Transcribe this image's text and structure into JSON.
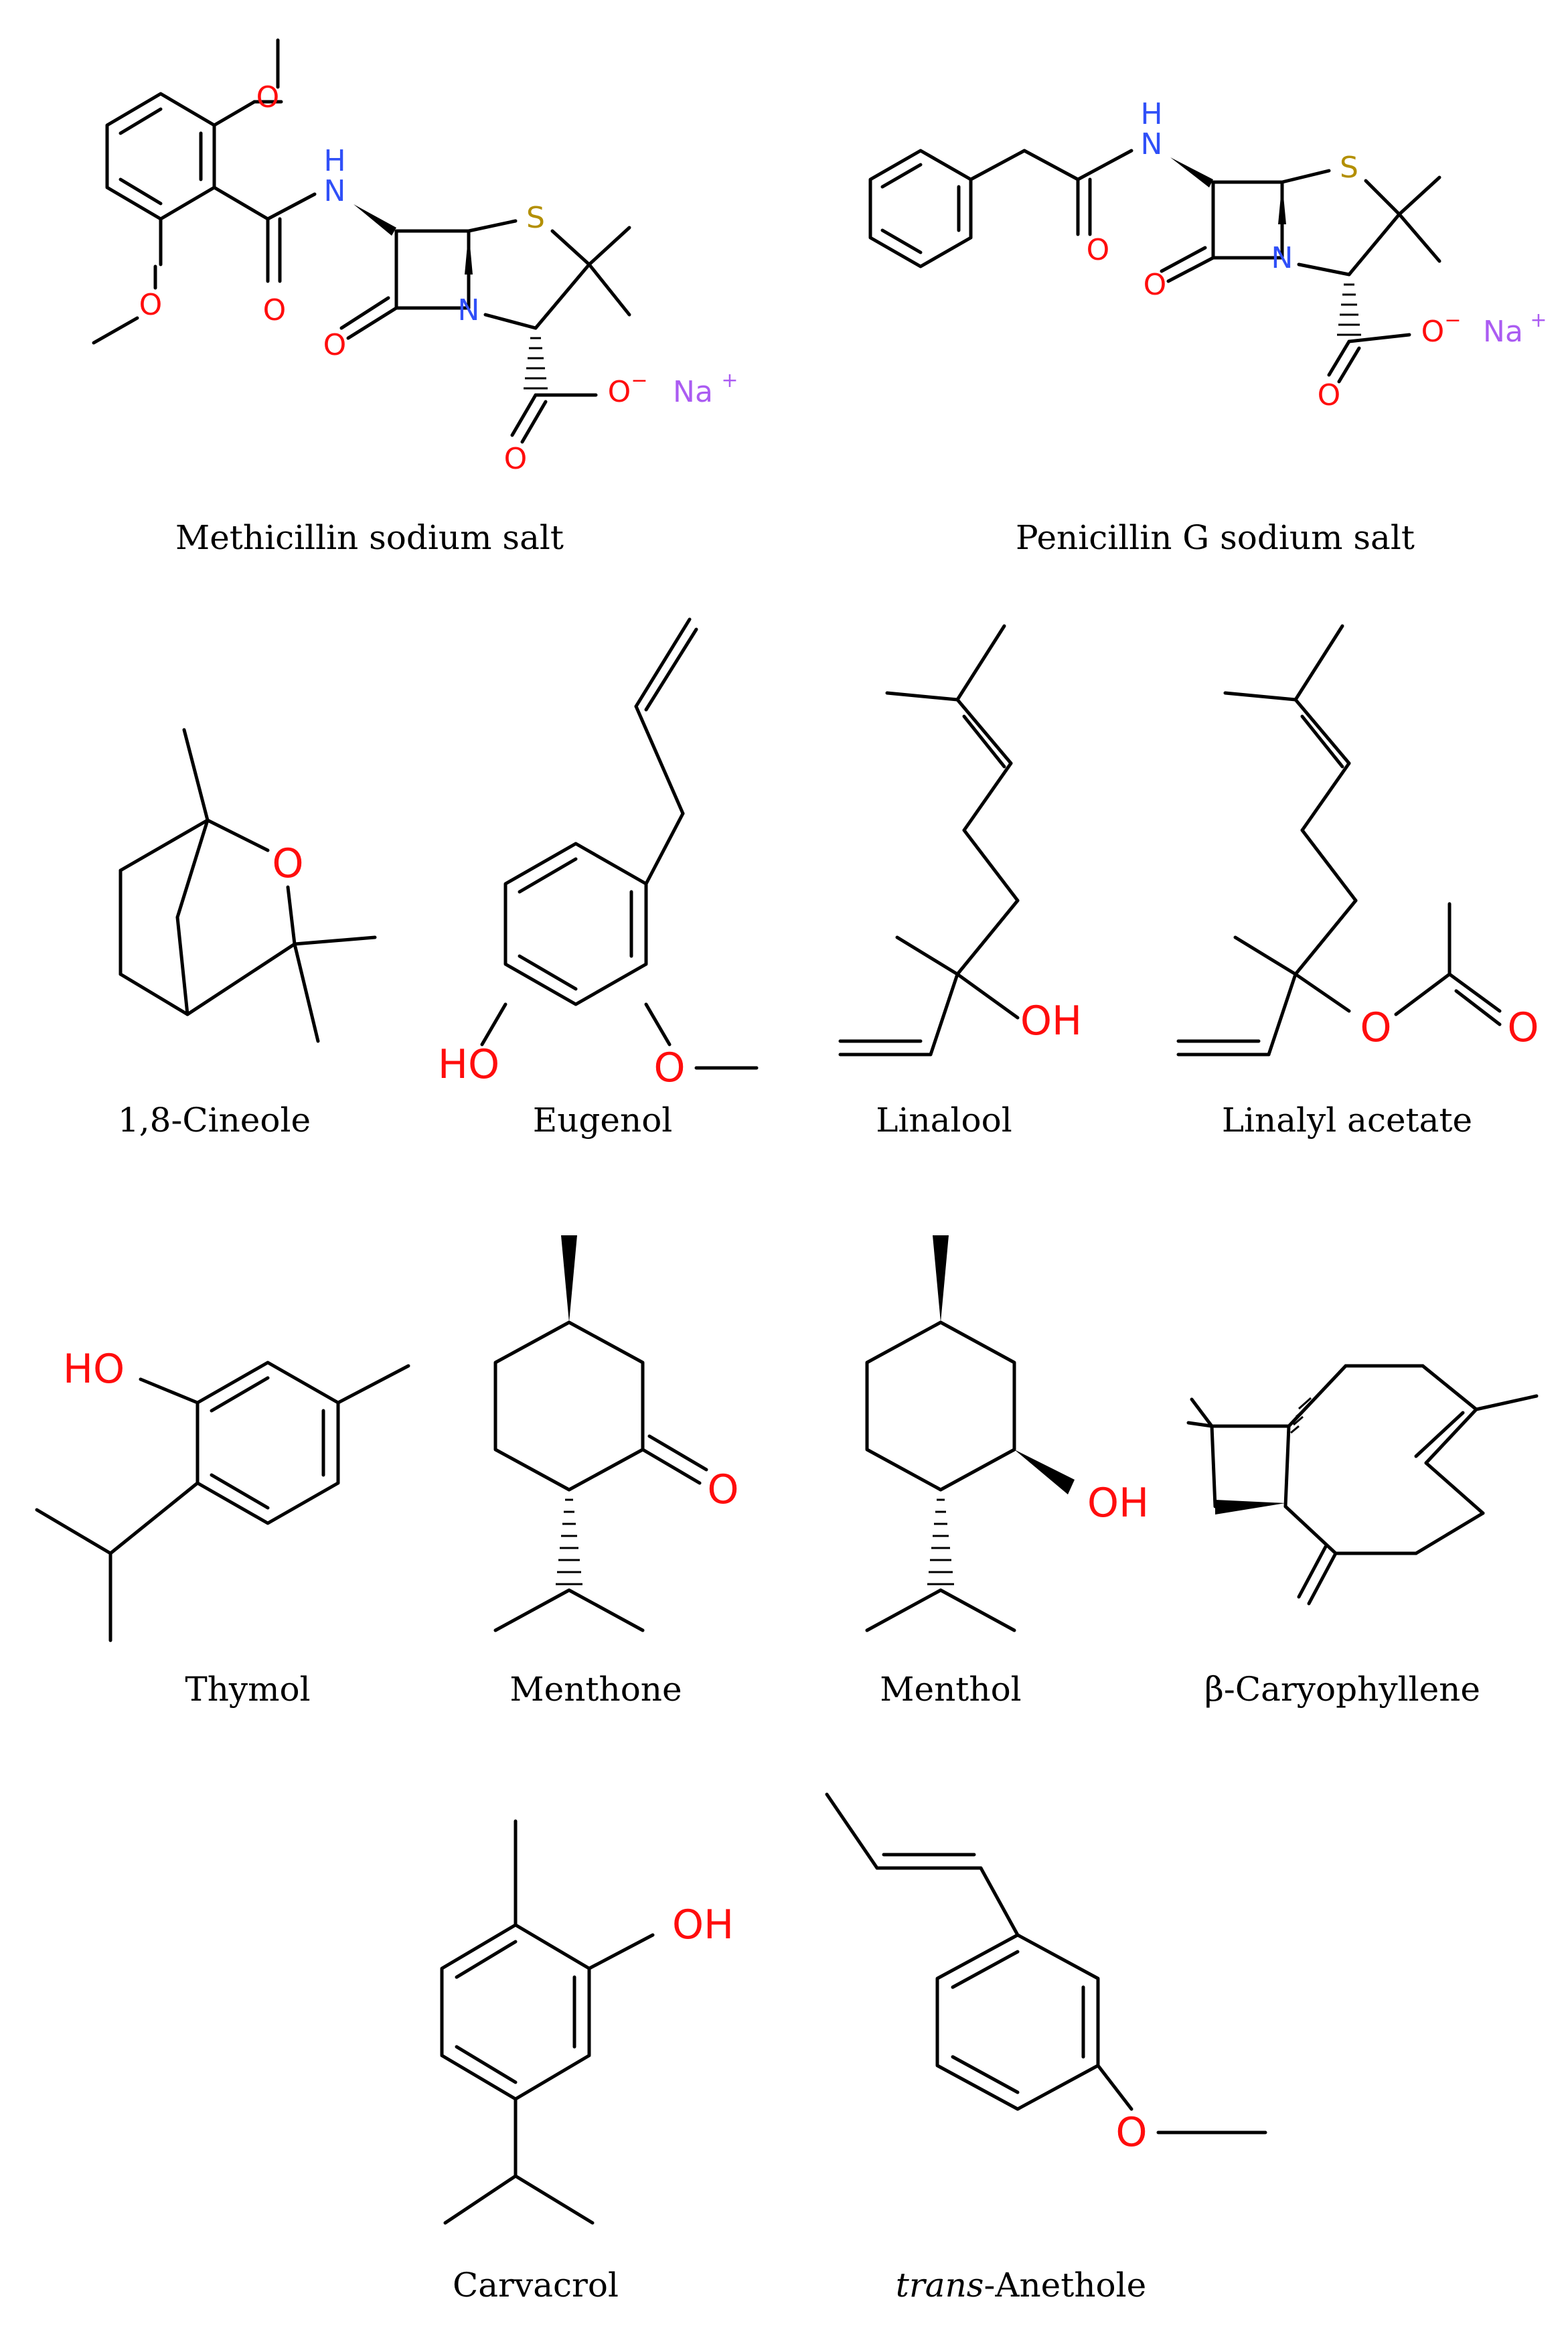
{
  "compounds": [
    {
      "id": "methicillin",
      "label": "Methicillin sodium salt"
    },
    {
      "id": "penicillin",
      "label": "Penicillin G sodium salt"
    },
    {
      "id": "cineole",
      "label": "1,8-Cineole"
    },
    {
      "id": "eugenol",
      "label": "Eugenol"
    },
    {
      "id": "linalool",
      "label": "Linalool"
    },
    {
      "id": "linalyl",
      "label": "Linalyl acetate"
    },
    {
      "id": "thymol",
      "label": "Thymol"
    },
    {
      "id": "menthone",
      "label": "Menthone"
    },
    {
      "id": "menthol",
      "label": "Menthol"
    },
    {
      "id": "caryophyllene",
      "label": "β-Caryophyllene"
    },
    {
      "id": "carvacrol",
      "label": "Carvacrol"
    },
    {
      "id": "anethole",
      "label_prefix": "trans",
      "label_suffix": "-Anethole"
    }
  ],
  "atoms": {
    "o": "O",
    "oh": "OH",
    "ho": "HO",
    "nh": "NH",
    "h": "H",
    "n": "N",
    "s": "S",
    "o_minus": "O",
    "minus": "−",
    "na": "Na",
    "plus": "+"
  },
  "colors": {
    "oxygen": "#ff0d0d",
    "nitrogen": "#3050f8",
    "sulfur": "#b38f00",
    "sodium": "#ab5cf2",
    "bond": "#000000"
  }
}
